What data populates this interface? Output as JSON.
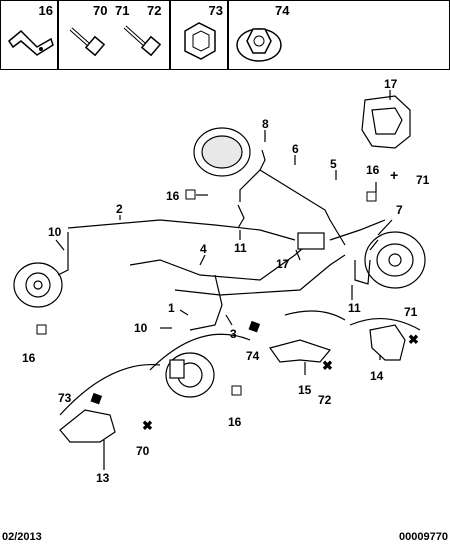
{
  "header": {
    "cells": [
      {
        "label": "16"
      },
      {
        "labels": [
          "70",
          "71",
          "72"
        ]
      },
      {
        "label": "73"
      },
      {
        "label": "74"
      }
    ]
  },
  "callouts": {
    "c8": "8",
    "c6": "6",
    "c5": "5",
    "c17a": "17",
    "c16a": "16",
    "c71a": "71",
    "c16b": "16",
    "c11a": "11",
    "c2": "2",
    "c7": "7",
    "c10a": "10",
    "c4": "4",
    "c17b": "17",
    "c11b": "11",
    "c1": "1",
    "c10b": "10",
    "c3": "3",
    "c74": "74",
    "c71b": "71",
    "c16c": "16",
    "c15": "15",
    "c72": "72",
    "c14": "14",
    "c73": "73",
    "c70": "70",
    "c16d": "16",
    "c13": "13"
  },
  "footer": {
    "date": "02/2013",
    "ref": "00009770"
  }
}
